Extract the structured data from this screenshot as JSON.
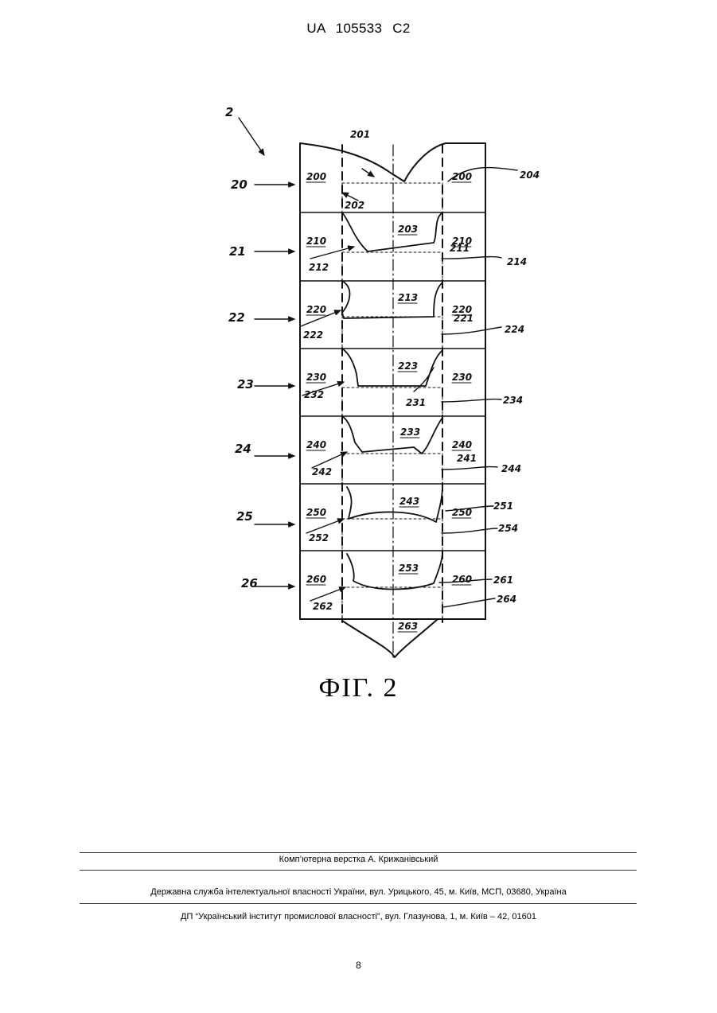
{
  "header": {
    "patent_number": "UA   105533   C2"
  },
  "figure": {
    "ref_main": "2",
    "rows": [
      {
        "ref": "20",
        "left": "200",
        "right": "200",
        "notes": [
          "201",
          "202",
          "204"
        ]
      },
      {
        "ref": "21",
        "left": "210",
        "right": "210",
        "notes": [
          "203",
          "211",
          "212",
          "214"
        ]
      },
      {
        "ref": "22",
        "left": "220",
        "right": "220",
        "notes": [
          "213",
          "221",
          "222",
          "224"
        ]
      },
      {
        "ref": "23",
        "left": "230",
        "right": "230",
        "notes": [
          "223",
          "231",
          "232",
          "234"
        ]
      },
      {
        "ref": "24",
        "left": "240",
        "right": "240",
        "notes": [
          "233",
          "241",
          "242",
          "244"
        ]
      },
      {
        "ref": "25",
        "left": "250",
        "right": "250",
        "notes": [
          "243",
          "251",
          "252",
          "254"
        ]
      },
      {
        "ref": "26",
        "left": "260",
        "right": "260",
        "notes": [
          "253",
          "261",
          "262",
          "264"
        ]
      }
    ],
    "bottom_note": "263",
    "caption": "ФІГ. 2"
  },
  "footer": {
    "layout_credit": "Комп’ютерна верстка А. Крижанівський",
    "agency": "Державна служба інтелектуальної власності України, вул. Урицького, 45, м. Київ, МСП, 03680, Україна",
    "institute": "ДП “Український інститут промислової власності”, вул. Глазунова, 1, м. Київ – 42, 01601",
    "page_number": "8"
  }
}
